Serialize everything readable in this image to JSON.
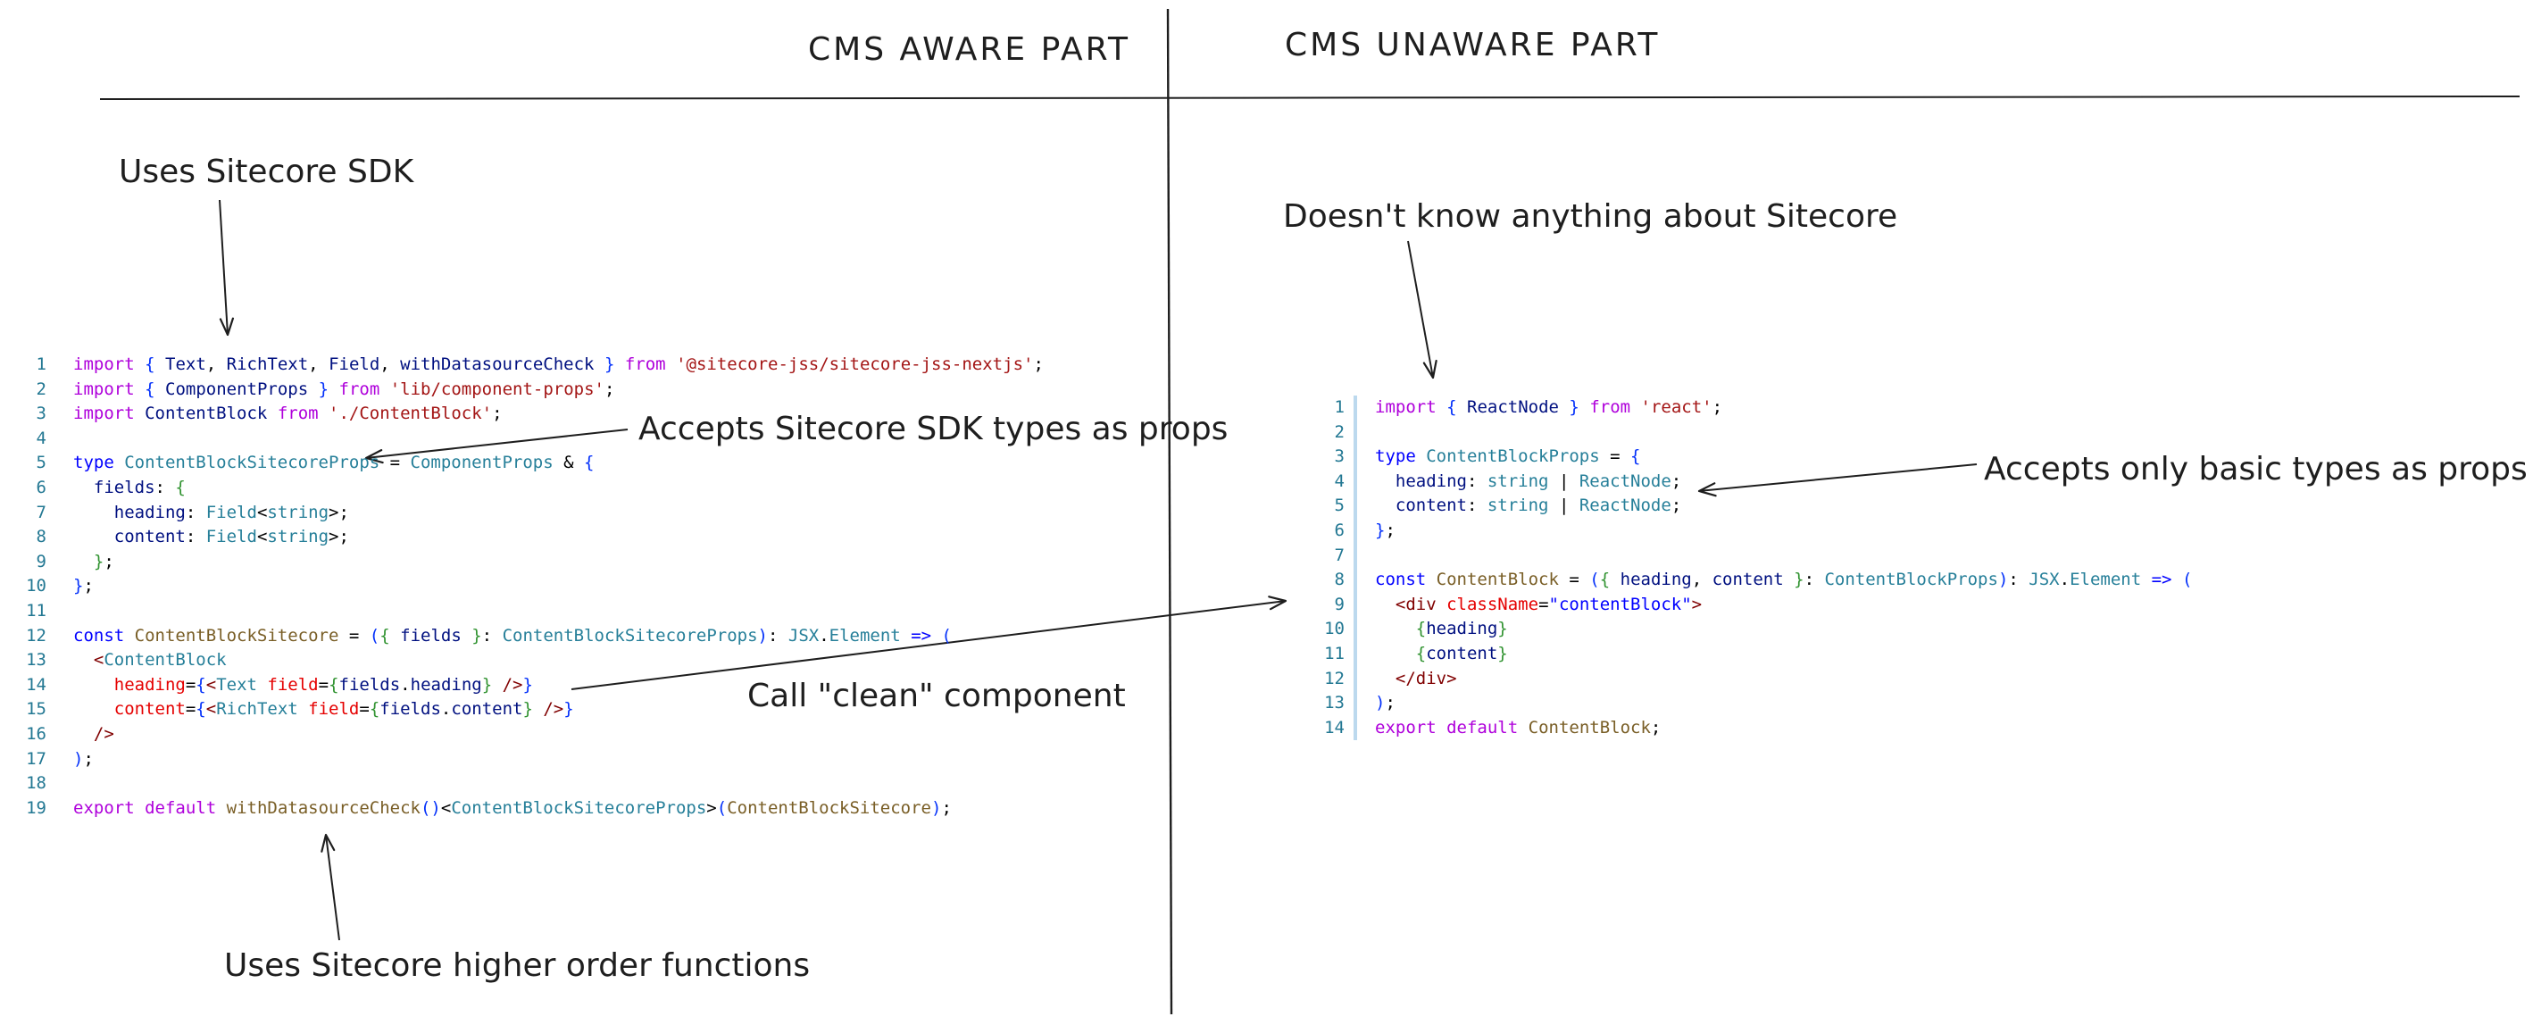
{
  "headers": {
    "left": "CMS AWARE PART",
    "right": "CMS UNAWARE PART"
  },
  "annotations": {
    "uses_sdk": "Uses Sitecore SDK",
    "accepts_sdk_types": "Accepts Sitecore SDK types as props",
    "call_clean": "Call \"clean\" component",
    "uses_hof": "Uses Sitecore higher order functions",
    "doesnt_know": "Doesn't know anything about Sitecore",
    "accepts_basic": "Accepts only basic types as props"
  },
  "code_left": {
    "lines": [
      [
        [
          "kw",
          "import"
        ],
        [
          "pl",
          " "
        ],
        [
          "p1",
          "{"
        ],
        [
          "pl",
          " "
        ],
        [
          "var",
          "Text"
        ],
        [
          "pl",
          ", "
        ],
        [
          "var",
          "RichText"
        ],
        [
          "pl",
          ", "
        ],
        [
          "var",
          "Field"
        ],
        [
          "pl",
          ", "
        ],
        [
          "var",
          "withDatasourceCheck"
        ],
        [
          "pl",
          " "
        ],
        [
          "p1",
          "}"
        ],
        [
          "pl",
          " "
        ],
        [
          "kw",
          "from"
        ],
        [
          "pl",
          " "
        ],
        [
          "str",
          "'@sitecore-jss/sitecore-jss-nextjs'"
        ],
        [
          "pl",
          ";"
        ]
      ],
      [
        [
          "kw",
          "import"
        ],
        [
          "pl",
          " "
        ],
        [
          "p1",
          "{"
        ],
        [
          "pl",
          " "
        ],
        [
          "var",
          "ComponentProps"
        ],
        [
          "pl",
          " "
        ],
        [
          "p1",
          "}"
        ],
        [
          "pl",
          " "
        ],
        [
          "kw",
          "from"
        ],
        [
          "pl",
          " "
        ],
        [
          "str",
          "'lib/component-props'"
        ],
        [
          "pl",
          ";"
        ]
      ],
      [
        [
          "kw",
          "import"
        ],
        [
          "pl",
          " "
        ],
        [
          "var",
          "ContentBlock"
        ],
        [
          "pl",
          " "
        ],
        [
          "kw",
          "from"
        ],
        [
          "pl",
          " "
        ],
        [
          "str",
          "'./ContentBlock'"
        ],
        [
          "pl",
          ";"
        ]
      ],
      [],
      [
        [
          "kw2",
          "type"
        ],
        [
          "pl",
          " "
        ],
        [
          "ty",
          "ContentBlockSitecoreProps"
        ],
        [
          "pl",
          " = "
        ],
        [
          "ty",
          "ComponentProps"
        ],
        [
          "pl",
          " & "
        ],
        [
          "p1",
          "{"
        ]
      ],
      [
        [
          "pl",
          "  "
        ],
        [
          "var",
          "fields"
        ],
        [
          "pl",
          ": "
        ],
        [
          "p2",
          "{"
        ]
      ],
      [
        [
          "pl",
          "    "
        ],
        [
          "var",
          "heading"
        ],
        [
          "pl",
          ": "
        ],
        [
          "ty",
          "Field"
        ],
        [
          "pl",
          "<"
        ],
        [
          "ty",
          "string"
        ],
        [
          "pl",
          ">;"
        ]
      ],
      [
        [
          "pl",
          "    "
        ],
        [
          "var",
          "content"
        ],
        [
          "pl",
          ": "
        ],
        [
          "ty",
          "Field"
        ],
        [
          "pl",
          "<"
        ],
        [
          "ty",
          "string"
        ],
        [
          "pl",
          ">;"
        ]
      ],
      [
        [
          "pl",
          "  "
        ],
        [
          "p2",
          "}"
        ],
        [
          "pl",
          ";"
        ]
      ],
      [
        [
          "p1",
          "}"
        ],
        [
          "pl",
          ";"
        ]
      ],
      [],
      [
        [
          "kw2",
          "const"
        ],
        [
          "pl",
          " "
        ],
        [
          "fn",
          "ContentBlockSitecore"
        ],
        [
          "pl",
          " = "
        ],
        [
          "p1",
          "("
        ],
        [
          "p2",
          "{"
        ],
        [
          "pl",
          " "
        ],
        [
          "var",
          "fields"
        ],
        [
          "pl",
          " "
        ],
        [
          "p2",
          "}"
        ],
        [
          "pl",
          ": "
        ],
        [
          "ty",
          "ContentBlockSitecoreProps"
        ],
        [
          "p1",
          ")"
        ],
        [
          "pl",
          ": "
        ],
        [
          "ty",
          "JSX"
        ],
        [
          "pl",
          "."
        ],
        [
          "ty",
          "Element"
        ],
        [
          "pl",
          " "
        ],
        [
          "kw2",
          "=>"
        ],
        [
          "pl",
          " "
        ],
        [
          "p1",
          "("
        ]
      ],
      [
        [
          "pl",
          "  "
        ],
        [
          "tag",
          "<"
        ],
        [
          "ty",
          "ContentBlock"
        ]
      ],
      [
        [
          "pl",
          "    "
        ],
        [
          "attr",
          "heading"
        ],
        [
          "pl",
          "="
        ],
        [
          "p1",
          "{"
        ],
        [
          "tag",
          "<"
        ],
        [
          "ty",
          "Text"
        ],
        [
          "pl",
          " "
        ],
        [
          "attr",
          "field"
        ],
        [
          "pl",
          "="
        ],
        [
          "p2",
          "{"
        ],
        [
          "var",
          "fields"
        ],
        [
          "pl",
          "."
        ],
        [
          "var",
          "heading"
        ],
        [
          "p2",
          "}"
        ],
        [
          "pl",
          " "
        ],
        [
          "tag",
          "/>"
        ],
        [
          "p1",
          "}"
        ]
      ],
      [
        [
          "pl",
          "    "
        ],
        [
          "attr",
          "content"
        ],
        [
          "pl",
          "="
        ],
        [
          "p1",
          "{"
        ],
        [
          "tag",
          "<"
        ],
        [
          "ty",
          "RichText"
        ],
        [
          "pl",
          " "
        ],
        [
          "attr",
          "field"
        ],
        [
          "pl",
          "="
        ],
        [
          "p2",
          "{"
        ],
        [
          "var",
          "fields"
        ],
        [
          "pl",
          "."
        ],
        [
          "var",
          "content"
        ],
        [
          "p2",
          "}"
        ],
        [
          "pl",
          " "
        ],
        [
          "tag",
          "/>"
        ],
        [
          "p1",
          "}"
        ]
      ],
      [
        [
          "pl",
          "  "
        ],
        [
          "tag",
          "/>"
        ]
      ],
      [
        [
          "p1",
          ")"
        ],
        [
          "pl",
          ";"
        ]
      ],
      [],
      [
        [
          "kw",
          "export"
        ],
        [
          "pl",
          " "
        ],
        [
          "kw",
          "default"
        ],
        [
          "pl",
          " "
        ],
        [
          "fn",
          "withDatasourceCheck"
        ],
        [
          "p1",
          "()"
        ],
        [
          "pl",
          "<"
        ],
        [
          "ty",
          "ContentBlockSitecoreProps"
        ],
        [
          "pl",
          ">"
        ],
        [
          "p1",
          "("
        ],
        [
          "fn",
          "ContentBlockSitecore"
        ],
        [
          "p1",
          ")"
        ],
        [
          "pl",
          ";"
        ]
      ]
    ]
  },
  "code_right": {
    "lines": [
      [
        [
          "kw",
          "import"
        ],
        [
          "pl",
          " "
        ],
        [
          "p1",
          "{"
        ],
        [
          "pl",
          " "
        ],
        [
          "var",
          "ReactNode"
        ],
        [
          "pl",
          " "
        ],
        [
          "p1",
          "}"
        ],
        [
          "pl",
          " "
        ],
        [
          "kw",
          "from"
        ],
        [
          "pl",
          " "
        ],
        [
          "str",
          "'react'"
        ],
        [
          "pl",
          ";"
        ]
      ],
      [],
      [
        [
          "kw2",
          "type"
        ],
        [
          "pl",
          " "
        ],
        [
          "ty",
          "ContentBlockProps"
        ],
        [
          "pl",
          " = "
        ],
        [
          "p1",
          "{"
        ]
      ],
      [
        [
          "pl",
          "  "
        ],
        [
          "var",
          "heading"
        ],
        [
          "pl",
          ": "
        ],
        [
          "ty",
          "string"
        ],
        [
          "pl",
          " | "
        ],
        [
          "ty",
          "ReactNode"
        ],
        [
          "pl",
          ";"
        ]
      ],
      [
        [
          "pl",
          "  "
        ],
        [
          "var",
          "content"
        ],
        [
          "pl",
          ": "
        ],
        [
          "ty",
          "string"
        ],
        [
          "pl",
          " | "
        ],
        [
          "ty",
          "ReactNode"
        ],
        [
          "pl",
          ";"
        ]
      ],
      [
        [
          "p1",
          "}"
        ],
        [
          "pl",
          ";"
        ]
      ],
      [],
      [
        [
          "kw2",
          "const"
        ],
        [
          "pl",
          " "
        ],
        [
          "fn",
          "ContentBlock"
        ],
        [
          "pl",
          " = "
        ],
        [
          "p1",
          "("
        ],
        [
          "p2",
          "{"
        ],
        [
          "pl",
          " "
        ],
        [
          "var",
          "heading"
        ],
        [
          "pl",
          ", "
        ],
        [
          "var",
          "content"
        ],
        [
          "pl",
          " "
        ],
        [
          "p2",
          "}"
        ],
        [
          "pl",
          ": "
        ],
        [
          "ty",
          "ContentBlockProps"
        ],
        [
          "p1",
          ")"
        ],
        [
          "pl",
          ": "
        ],
        [
          "ty",
          "JSX"
        ],
        [
          "pl",
          "."
        ],
        [
          "ty",
          "Element"
        ],
        [
          "pl",
          " "
        ],
        [
          "kw2",
          "=>"
        ],
        [
          "pl",
          " "
        ],
        [
          "p1",
          "("
        ]
      ],
      [
        [
          "pl",
          "  "
        ],
        [
          "tag",
          "<div"
        ],
        [
          "pl",
          " "
        ],
        [
          "attr",
          "className"
        ],
        [
          "pl",
          "="
        ],
        [
          "kw2",
          "\"contentBlock\""
        ],
        [
          "tag",
          ">"
        ]
      ],
      [
        [
          "pl",
          "    "
        ],
        [
          "p2",
          "{"
        ],
        [
          "var",
          "heading"
        ],
        [
          "p2",
          "}"
        ]
      ],
      [
        [
          "pl",
          "    "
        ],
        [
          "p2",
          "{"
        ],
        [
          "var",
          "content"
        ],
        [
          "p2",
          "}"
        ]
      ],
      [
        [
          "pl",
          "  "
        ],
        [
          "tag",
          "</div>"
        ]
      ],
      [
        [
          "p1",
          ")"
        ],
        [
          "pl",
          ";"
        ]
      ],
      [
        [
          "kw",
          "export"
        ],
        [
          "pl",
          " "
        ],
        [
          "kw",
          "default"
        ],
        [
          "pl",
          " "
        ],
        [
          "fn",
          "ContentBlock"
        ],
        [
          "pl",
          ";"
        ]
      ]
    ]
  }
}
